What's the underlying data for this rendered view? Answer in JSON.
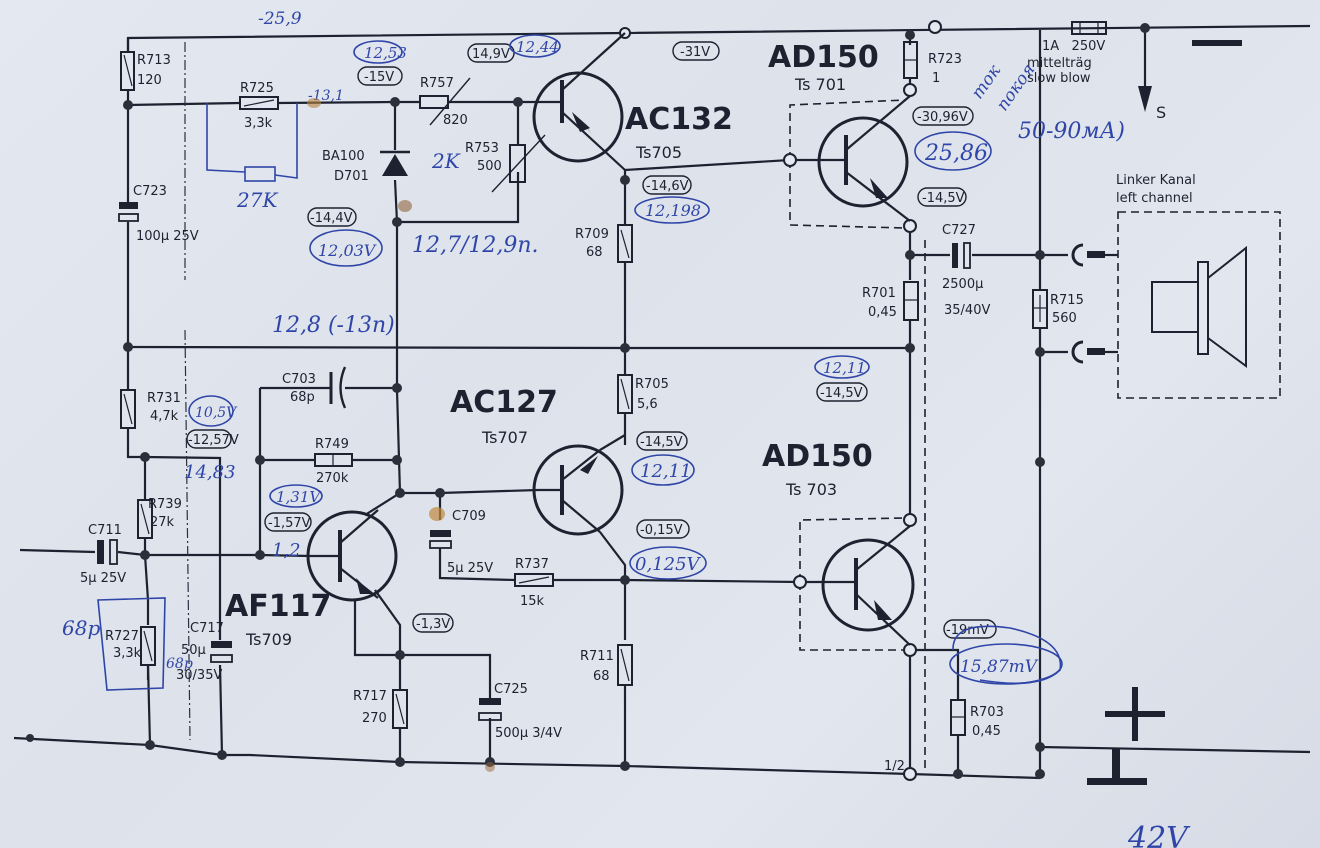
{
  "schematic": {
    "channel_label_de": "Linker Kanal",
    "channel_label_en": "left channel",
    "supply_minus": "—",
    "supply_plus": "+",
    "switch_label": "S",
    "bottom_ref": "1/2",
    "fuse": {
      "rating": "1A   250V",
      "type_de": "mittelträg",
      "type_en": "slow blow"
    },
    "transistors": [
      {
        "type": "AC132",
        "ref": "Ts705"
      },
      {
        "type": "AD150",
        "ref": "Ts 701"
      },
      {
        "type": "AC127",
        "ref": "Ts707"
      },
      {
        "type": "AD150",
        "ref": "Ts 703"
      },
      {
        "type": "AF117",
        "ref": "Ts709"
      }
    ],
    "resistors": [
      {
        "ref": "R713",
        "value": "120"
      },
      {
        "ref": "R725",
        "value": "3,3k"
      },
      {
        "ref": "R757",
        "value": "820"
      },
      {
        "ref": "R753",
        "value": "500"
      },
      {
        "ref": "R723",
        "value": "1"
      },
      {
        "ref": "R709",
        "value": "68"
      },
      {
        "ref": "R701",
        "value": "0,45"
      },
      {
        "ref": "R715",
        "value": "560"
      },
      {
        "ref": "R731",
        "value": "4,7k"
      },
      {
        "ref": "R749",
        "value": "270k"
      },
      {
        "ref": "R705",
        "value": "5,6"
      },
      {
        "ref": "R739",
        "value": "27k"
      },
      {
        "ref": "R737",
        "value": "15k"
      },
      {
        "ref": "R727",
        "value": "3,3k"
      },
      {
        "ref": "R717",
        "value": "270"
      },
      {
        "ref": "R711",
        "value": "68"
      },
      {
        "ref": "R703",
        "value": "0,45"
      }
    ],
    "capacitors": [
      {
        "ref": "C723",
        "value": "100µ 25V"
      },
      {
        "ref": "C727",
        "value": "2500µ",
        "voltage": "35/40V"
      },
      {
        "ref": "C703",
        "value": "68p"
      },
      {
        "ref": "C709",
        "value": "5µ 25V"
      },
      {
        "ref": "C711",
        "value": "5µ 25V"
      },
      {
        "ref": "C717",
        "value": "50µ",
        "voltage": "30/35V"
      },
      {
        "ref": "C725",
        "value": "500µ 3/4V"
      }
    ],
    "diode": {
      "type": "BA100",
      "ref": "D701"
    },
    "printed_voltages": {
      "v_neg15": "-15V",
      "v_149": "14,9V",
      "v_neg31": "-31V",
      "v_neg3096": "-30,96V",
      "v_neg146": "-14,6V",
      "v_neg145_a": "-14,5V",
      "v_neg144": "-14,4V",
      "v_neg145_b": "-14,5V",
      "v_neg145_c": "-14,5V",
      "v_neg1257": "-12,57V",
      "v_neg157": "-1,57V",
      "v_neg015": "-0,15V",
      "v_neg13": "-1,3V",
      "v_neg19mv": "-19mV"
    },
    "handwritten": {
      "h_259": "-25,9",
      "h_1253": "12,53",
      "h_131_top": "-13,1",
      "h_1244": "12,44",
      "h_2k": "2K",
      "h_27k": "27K",
      "h_1203": "12,03V",
      "h_127": "12,7/12,9п.",
      "h_12198": "12,198",
      "h_2586": "25,86",
      "h_tok": "ток",
      "h_pokoya": "покоя",
      "h_5090": "50-90мА)",
      "h_128": "12,8 (-13п)",
      "h_105": "10,5V",
      "h_1211_a": "12,11",
      "h_1211_b": "12,11",
      "h_1483": "14,83",
      "h_131v": "1,31V",
      "h_12": "1,2",
      "h_0125": "0,125V",
      "h_68p_a": "68p",
      "h_68p_b": "68p",
      "h_1587": "15,87mV",
      "h_42v": "42V"
    }
  }
}
